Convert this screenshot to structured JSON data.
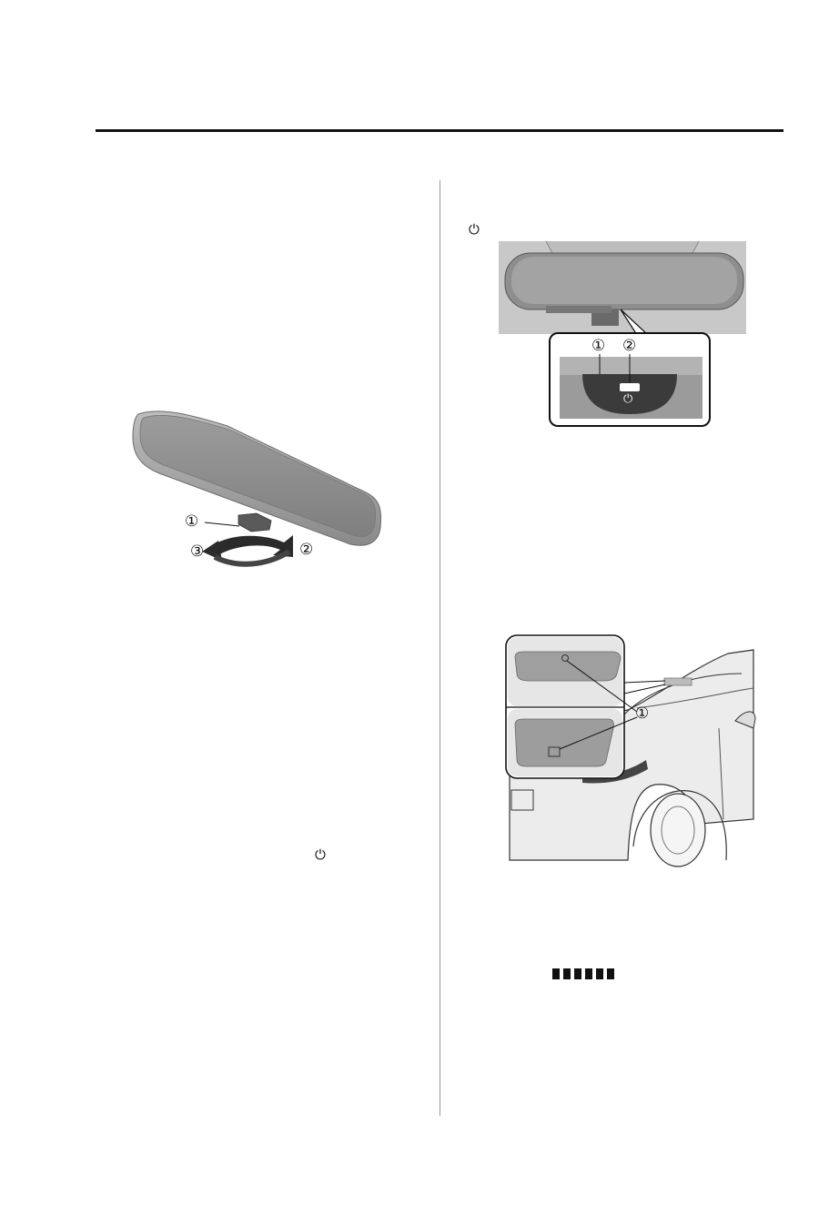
{
  "page": {
    "background": "#ffffff",
    "rule_color": "#111111"
  },
  "left_figure": {
    "callouts": [
      "①",
      "②",
      "③"
    ]
  },
  "left_text": {
    "power_symbol": "⏻"
  },
  "right_top": {
    "power_symbol": "⏻"
  },
  "right_figure_1": {
    "callouts": [
      "①",
      "②"
    ],
    "button_symbol": "⏻"
  },
  "right_figure_2": {
    "callouts": [
      "①"
    ]
  },
  "right_text": {
    "blocks": 6
  }
}
